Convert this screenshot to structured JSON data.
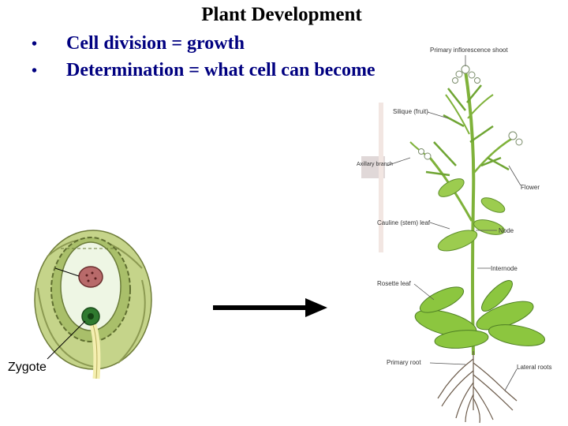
{
  "slide": {
    "title": "Plant Development",
    "bullets": [
      "Cell division = growth",
      "Determination = what cell can become"
    ]
  },
  "ovule_figure": {
    "label": "Zygote"
  },
  "plant_figure": {
    "labels": {
      "primary_inflorescence_shoot": "Primary inflorescence shoot",
      "silique": "Silique (fruit)",
      "axillary_branch": "Axillary branch",
      "flower": "Flower",
      "cauline_leaf": "Cauline (stem) leaf",
      "node": "Node",
      "internode": "Internode",
      "rosette_leaf": "Rosette leaf",
      "primary_root": "Primary root",
      "lateral_roots": "Lateral roots"
    }
  },
  "colors": {
    "bullet_text": "#000080",
    "ovule_outer": "#b7c77a",
    "leaf_green": "#8cc63f",
    "arrow": "#000000"
  }
}
